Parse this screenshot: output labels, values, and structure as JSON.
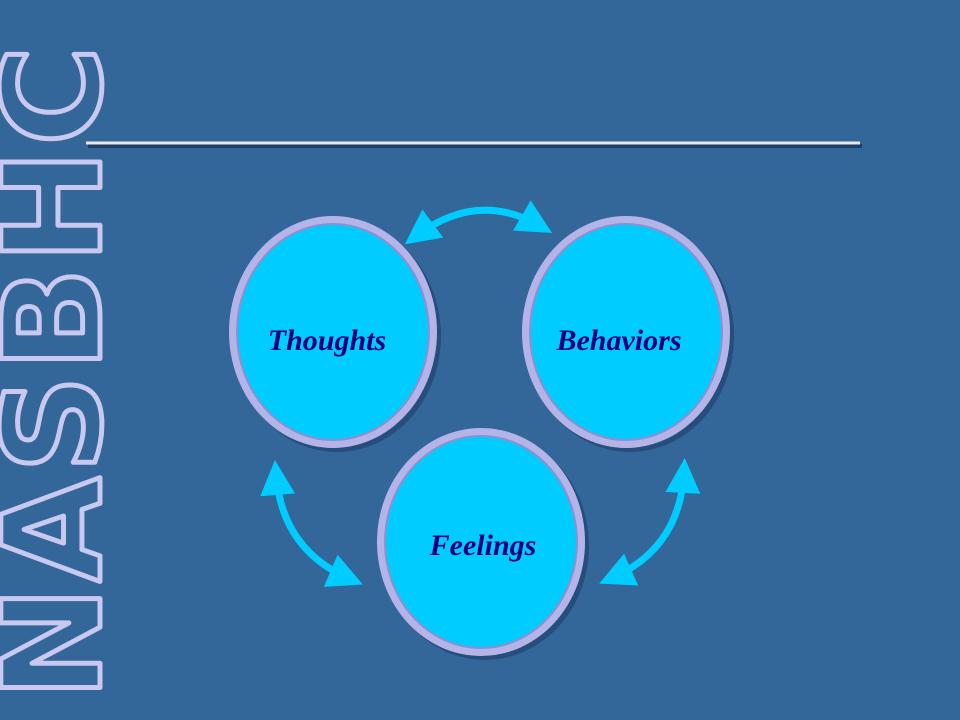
{
  "slide": {
    "background_color": "#336699",
    "title_rule_color": "#E8E8F0",
    "logo": {
      "text": "NASBHC",
      "fill_color": "#336699",
      "outline_color": "#C8C8F0"
    }
  },
  "diagram": {
    "node_fill_color": "#00CCFF",
    "node_border_color": "#B4B4E8",
    "label_color": "#000080",
    "arrow_color": "#00CCFF",
    "nodes": [
      {
        "id": "thoughts",
        "label": "Thoughts"
      },
      {
        "id": "behaviors",
        "label": "Behaviors"
      },
      {
        "id": "feelings",
        "label": "Feelings"
      }
    ],
    "connections": [
      {
        "from": "thoughts",
        "to": "behaviors",
        "direction": "bidirectional"
      },
      {
        "from": "thoughts",
        "to": "feelings",
        "direction": "bidirectional"
      },
      {
        "from": "behaviors",
        "to": "feelings",
        "direction": "bidirectional"
      }
    ]
  }
}
